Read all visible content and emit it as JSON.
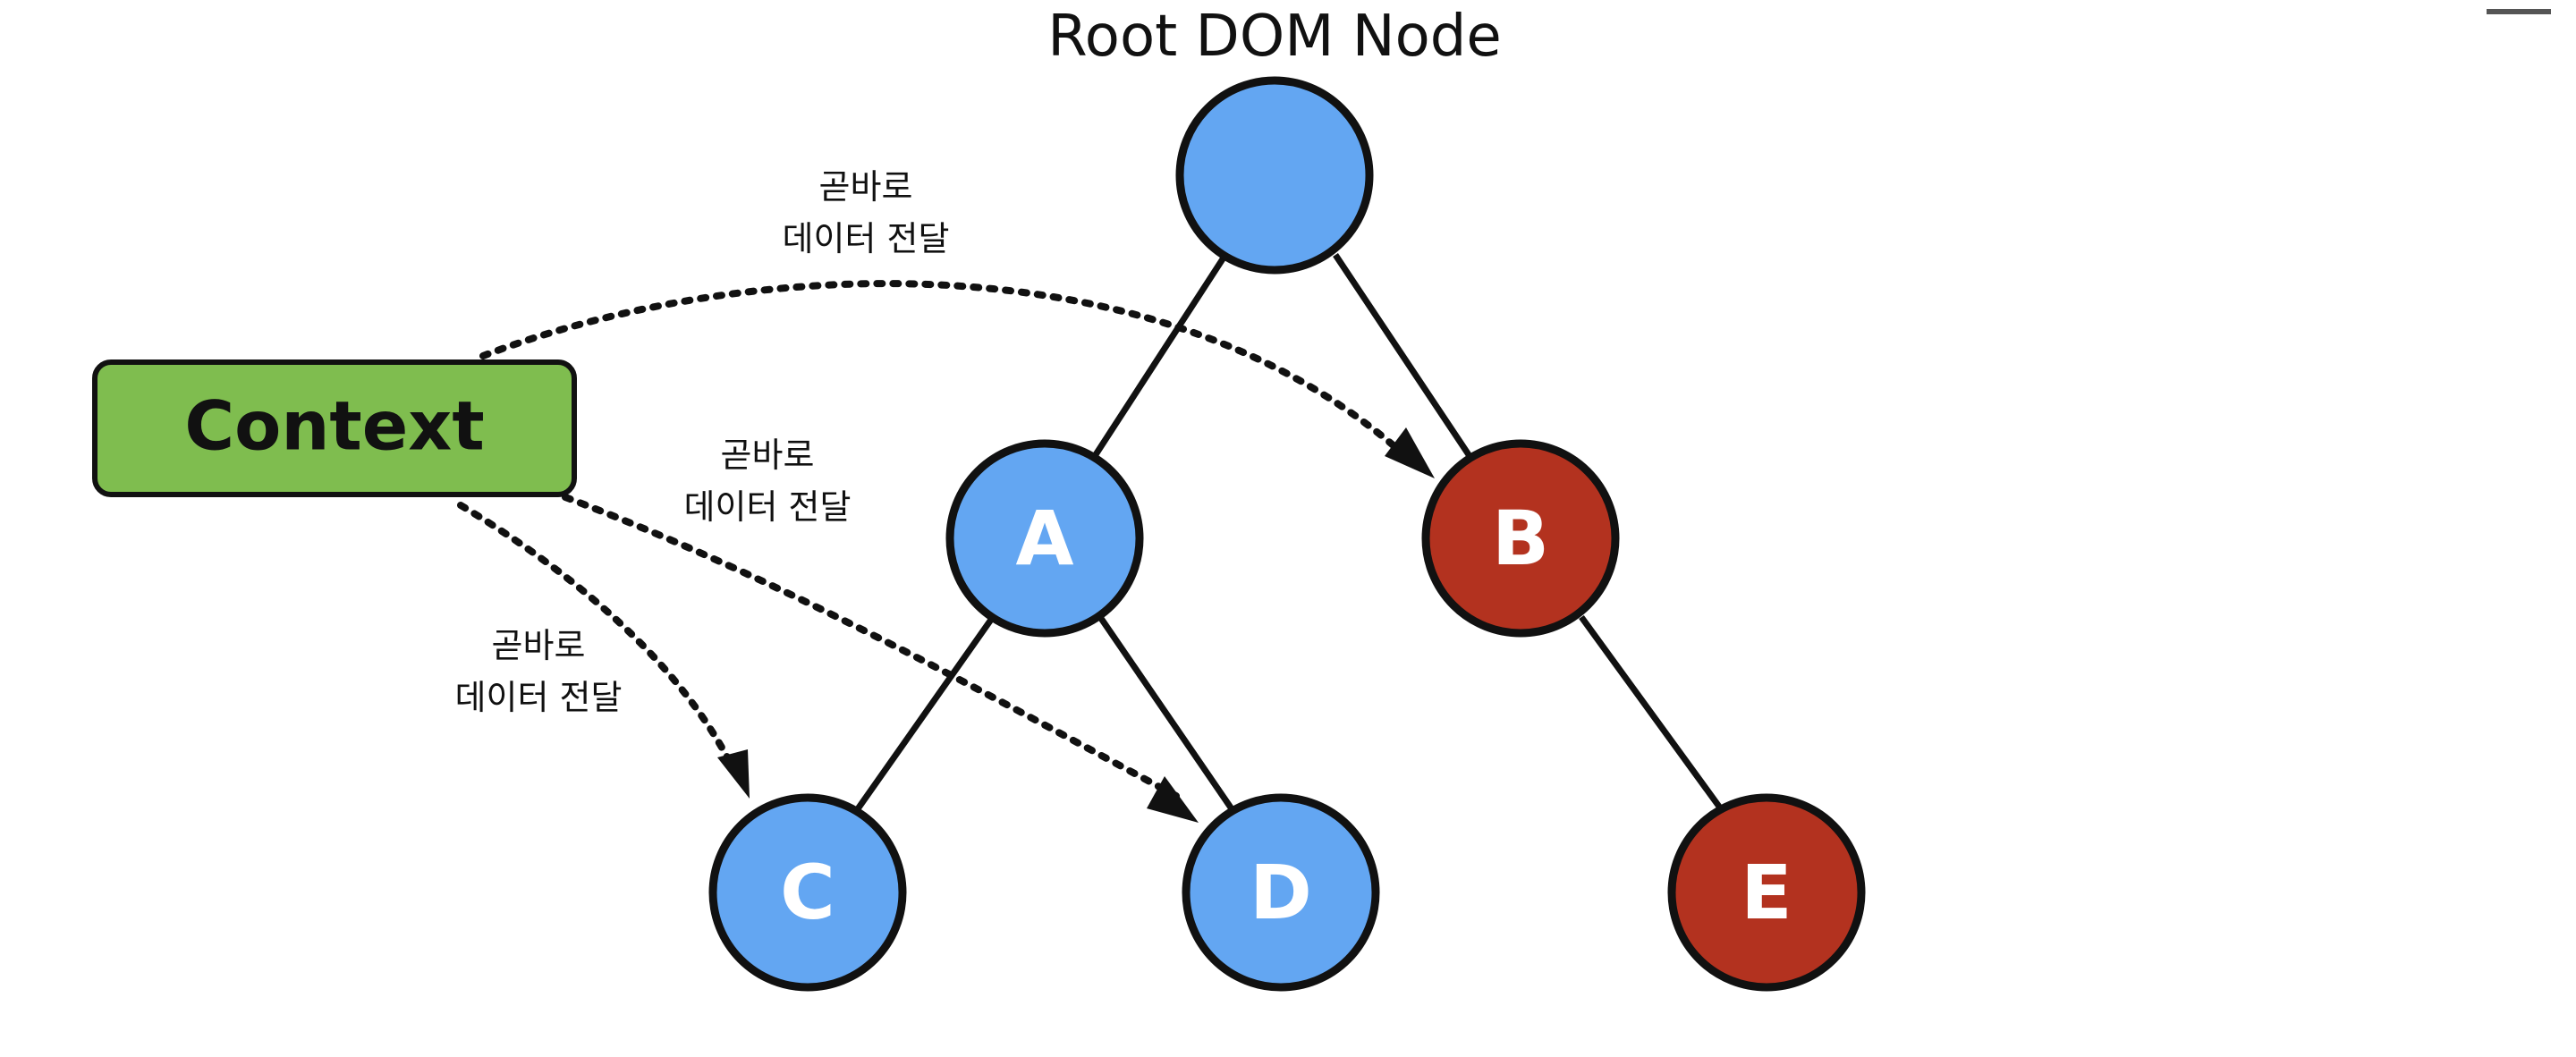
{
  "diagram": {
    "root_title": "Root DOM Node",
    "context_label": "Context",
    "nodes": [
      {
        "id": "root",
        "label": ""
      },
      {
        "id": "a",
        "label": "A"
      },
      {
        "id": "b",
        "label": "B"
      },
      {
        "id": "c",
        "label": "C"
      },
      {
        "id": "d",
        "label": "D"
      },
      {
        "id": "e",
        "label": "E"
      }
    ],
    "annotations": [
      {
        "line1": "곧바로",
        "line2": "데이터 전달"
      },
      {
        "line1": "곧바로",
        "line2": "데이터 전달"
      },
      {
        "line1": "곧바로",
        "line2": "데이터 전달"
      }
    ],
    "colors": {
      "consumer_blue": "#63a6f2",
      "skipped_red": "#b3321f",
      "context_green": "#7fbd4f",
      "outline": "#111111"
    }
  }
}
